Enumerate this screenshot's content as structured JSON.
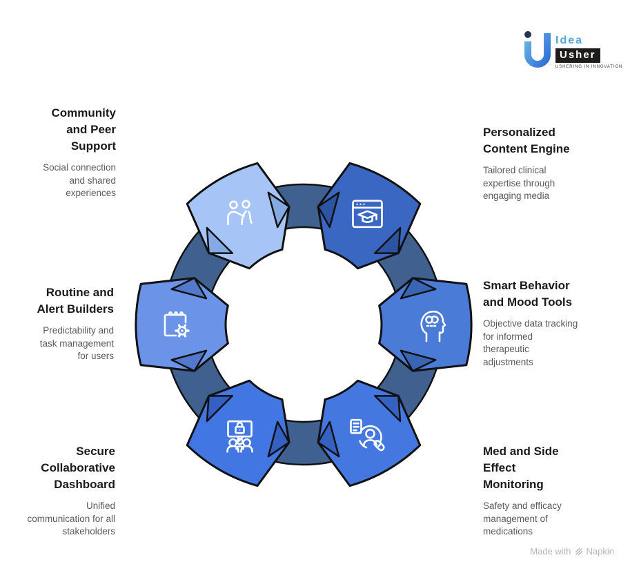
{
  "logo": {
    "brand_top": "Idea",
    "brand_bottom": "Usher",
    "tagline": "USHERING IN INNOVATION"
  },
  "footer": {
    "credit_prefix": "Made with",
    "credit_brand": "Napkin"
  },
  "diagram": {
    "ring_color": "#40608f",
    "outline_color": "#111111",
    "icon_stroke": "#ffffff",
    "segments": [
      {
        "id": "community",
        "title": "Community and Peer Support",
        "description": "Social connection and shared experiences",
        "color": "#a6c4f5",
        "fold_color": "#84a9e3",
        "icon": "people-community-icon"
      },
      {
        "id": "personalized",
        "title": "Personalized Content Engine",
        "description": "Tailored clinical expertise through engaging media",
        "color": "#3a67c2",
        "fold_color": "#2d54a3",
        "icon": "browser-graduation-icon"
      },
      {
        "id": "smart",
        "title": "Smart Behavior and Mood Tools",
        "description": "Objective data tracking for informed therapeutic adjustments",
        "color": "#4a7bd6",
        "fold_color": "#3a64b4",
        "icon": "head-brain-icon"
      },
      {
        "id": "med",
        "title": "Med and Side Effect Monitoring",
        "description": "Safety and efficacy management of medications",
        "color": "#4478e0",
        "fold_color": "#3561c0",
        "icon": "patient-pill-icon"
      },
      {
        "id": "secure",
        "title": "Secure Collaborative Dashboard",
        "description": "Unified communication for all stakeholders",
        "color": "#4276e2",
        "fold_color": "#3360c2",
        "icon": "lock-screen-people-icon"
      },
      {
        "id": "routine",
        "title": "Routine and Alert Builders",
        "description": "Predictability and task management for users",
        "color": "#6b93e8",
        "fold_color": "#5379cd",
        "icon": "calendar-gear-icon"
      }
    ]
  }
}
